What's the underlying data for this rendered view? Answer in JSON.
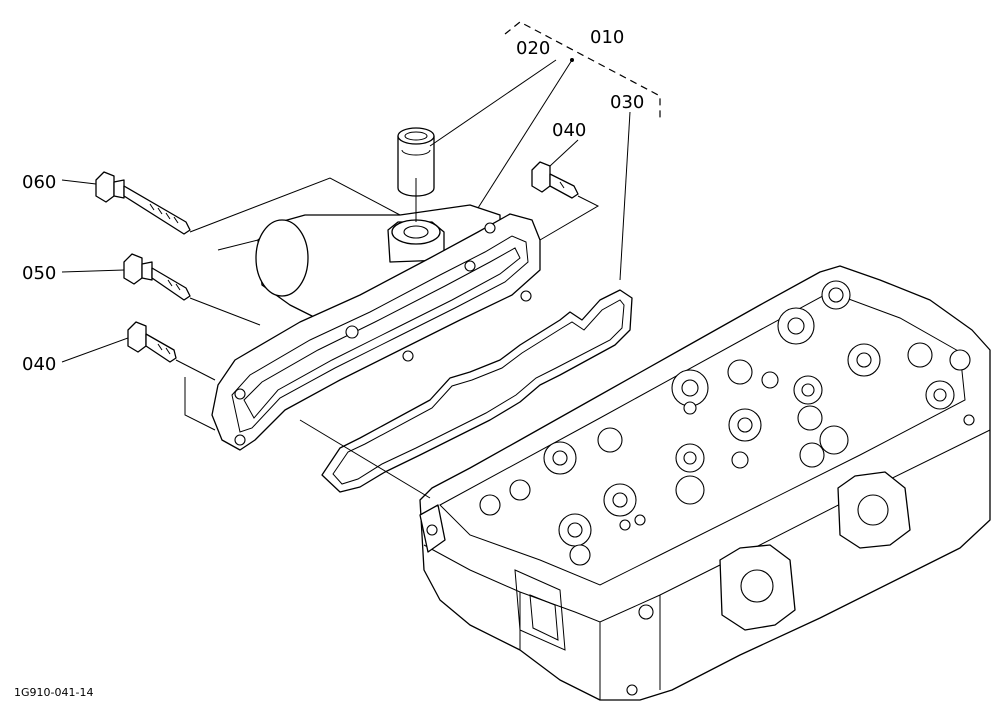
{
  "diagram": {
    "labels": {
      "p010": "010",
      "p020": "020",
      "p030": "030",
      "p040a": "040",
      "p040b": "040",
      "p050": "050",
      "p060": "060"
    },
    "figure_id": "1G910-041-14"
  }
}
